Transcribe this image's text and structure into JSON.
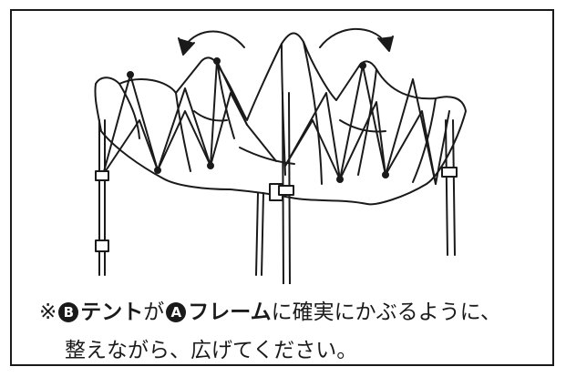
{
  "caption": {
    "line1": {
      "mark": "※",
      "badge_b": "B",
      "tent_label": "テント",
      "particle_ga": "が",
      "badge_a": "A",
      "frame_label": "フレーム",
      "rest": "に確実にかぶるように、"
    },
    "line2": "整えながら、広げてください。"
  },
  "colors": {
    "ink": "#1a1a1a",
    "paper": "#ffffff"
  }
}
